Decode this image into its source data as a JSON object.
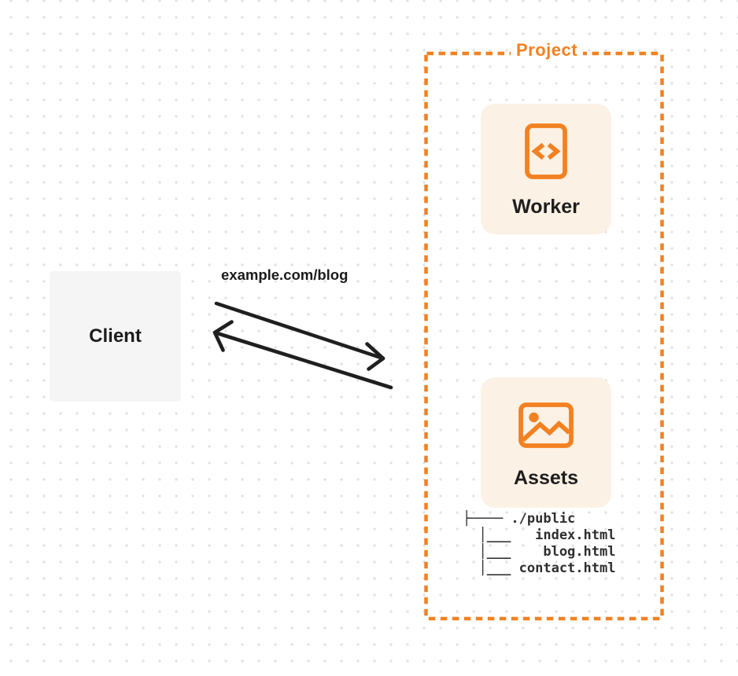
{
  "colors": {
    "accent_orange": "#f28122",
    "card_background": "#fcf1e5",
    "client_background": "#f5f5f6",
    "arrow": "#1f1f1f",
    "dot_grid": "#e2e2e6",
    "text_dark": "#1d1d1d"
  },
  "project": {
    "title": "Project"
  },
  "client": {
    "label": "Client"
  },
  "request": {
    "label": "example.com/blog"
  },
  "worker": {
    "label": "Worker",
    "icon": "code-document-icon"
  },
  "assets": {
    "label": "Assets",
    "icon": "image-icon",
    "file_tree": "├──── ./public\n  │___   index.html\n  │___    blog.html\n  │___ contact.html"
  }
}
